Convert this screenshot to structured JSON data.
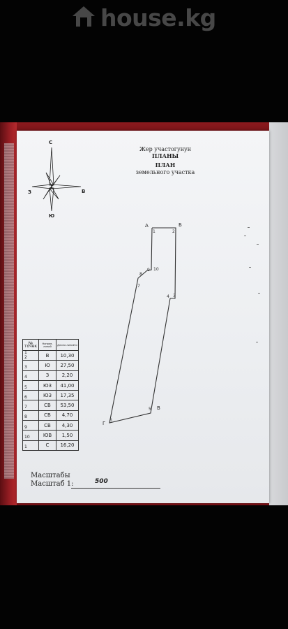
{
  "watermark": {
    "text": "house.kg",
    "icon": "house-icon"
  },
  "document": {
    "title_ky": "Жер участогунун",
    "title_ky2": "ПЛАНЫ",
    "title_ru": "ПЛАН",
    "title_ru2": "земельного участка",
    "compass": {
      "north": "С",
      "south": "Ю",
      "west": "З",
      "east": "В"
    },
    "corners": {
      "a": "А",
      "b": "Б",
      "v": "В",
      "g": "Г"
    },
    "points": [
      "1",
      "2",
      "3",
      "4",
      "5",
      "6",
      "7",
      "8",
      "9",
      "10"
    ],
    "table": {
      "headers": [
        "№ точек",
        "Направ. линий",
        "Длина линий м"
      ],
      "rows": [
        {
          "n1": "1",
          "n2": "2",
          "dir": "В",
          "len": "10,30"
        },
        {
          "n1": "",
          "n2": "3",
          "dir": "Ю",
          "len": "27,50"
        },
        {
          "n1": "",
          "n2": "4",
          "dir": "З",
          "len": "2,20"
        },
        {
          "n1": "",
          "n2": "5",
          "dir": "ЮЗ",
          "len": "41,00"
        },
        {
          "n1": "",
          "n2": "6",
          "dir": "ЮЗ",
          "len": "17,35"
        },
        {
          "n1": "",
          "n2": "7",
          "dir": "СВ",
          "len": "53,50"
        },
        {
          "n1": "",
          "n2": "8",
          "dir": "СВ",
          "len": "4,70"
        },
        {
          "n1": "",
          "n2": "9",
          "dir": "СВ",
          "len": "4,30"
        },
        {
          "n1": "",
          "n2": "10",
          "dir": "ЮВ",
          "len": "1,50"
        },
        {
          "n1": "",
          "n2": "1",
          "dir": "С",
          "len": "16,20"
        }
      ]
    },
    "scale_ky": "Масштабы",
    "scale_ru": "Масштаб 1:",
    "scale_value": "500"
  },
  "colors": {
    "cover": "#7d1217",
    "paper": "#f0f1f4",
    "background": "#030303"
  }
}
